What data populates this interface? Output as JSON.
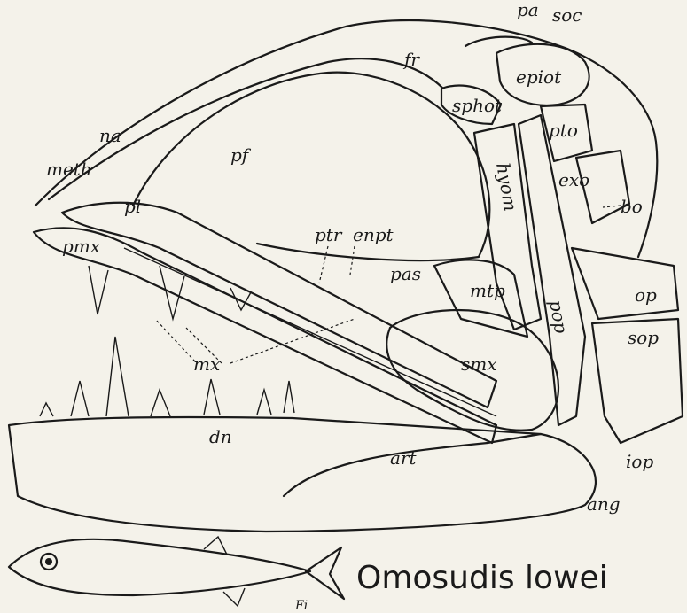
{
  "title": "Omosudis lowei",
  "figure_mark": "Fi",
  "labels": {
    "pa": "pa",
    "soc": "soc",
    "fr": "fr",
    "epiot": "epiot",
    "sphot": "sphot",
    "pto": "pto",
    "hyom": "hyom",
    "exo": "exo",
    "bo": "bo",
    "meth": "meth",
    "na": "na",
    "pf": "pf",
    "pl": "pl",
    "ptr": "ptr",
    "enpt": "enpt",
    "pmx": "pmx",
    "pas": "pas",
    "mtp": "mtp",
    "pop": "pop",
    "op": "op",
    "sop": "sop",
    "mx": "mx",
    "smx": "smx",
    "dn": "dn",
    "art": "art",
    "iop": "iop",
    "ang": "ang"
  }
}
